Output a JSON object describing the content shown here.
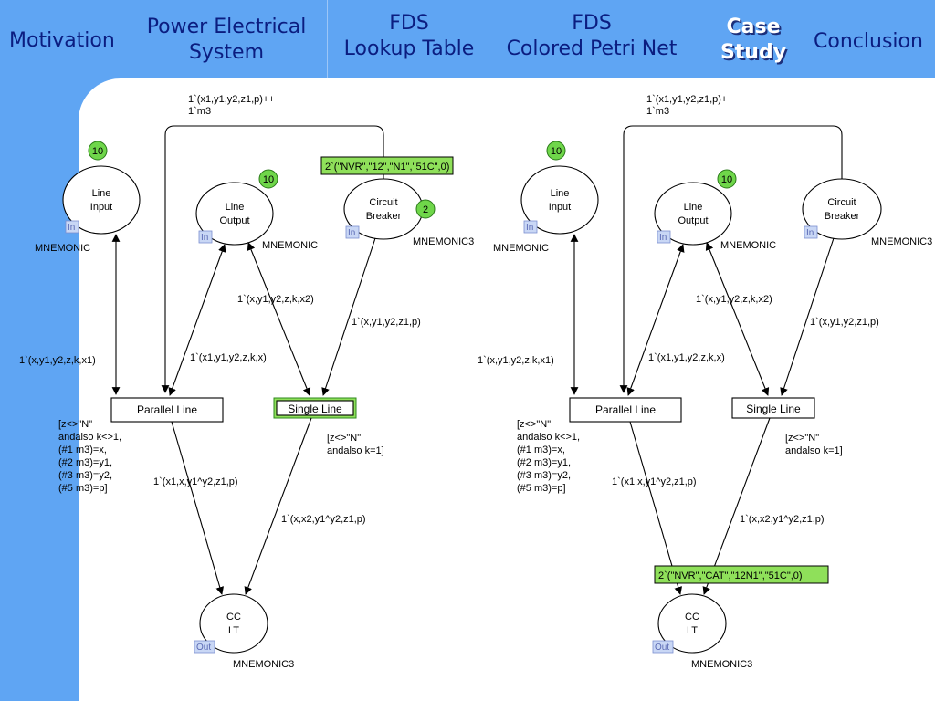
{
  "nav": {
    "items": [
      {
        "label": "Motivation"
      },
      {
        "label": "Power Electrical\nSystem"
      },
      {
        "label": "FDS\nLookup Table"
      },
      {
        "label": "FDS\nColored Petri Net"
      },
      {
        "label": "Case\nStudy"
      },
      {
        "label": "Conclusion"
      }
    ],
    "active_color": "#ffffff",
    "text_color": "#0b1d80"
  },
  "nets": [
    {
      "places": {
        "line_input": {
          "name": "Line\nInput",
          "marking": "10",
          "port": "In",
          "colset": "MNEMONIC"
        },
        "line_output": {
          "name": "Line\nOutput",
          "marking": "10",
          "port": "In",
          "colset": "MNEMONIC"
        },
        "circuit_breaker": {
          "name": "Circuit\nBreaker",
          "marking": "2",
          "port": "In",
          "colset": "MNEMONIC3"
        },
        "cc_lt": {
          "name": "CC\nLT",
          "port": "Out",
          "colset": "MNEMONIC3"
        }
      },
      "transitions": {
        "parallel_line": {
          "name": "Parallel Line"
        },
        "single_line": {
          "name": "Single Line"
        }
      },
      "token_box": "2`(\"NVR\",\"12\",\"N1\",\"51C\",0)",
      "arcs": {
        "top": "1`(x1,y1,y2,z1,p)++\n1`m3",
        "input_to_parallel": "1`(x,y1,y2,z,k,x1)",
        "output_to_parallel": "1`(x1,y1,y2,z,k,x)",
        "output_to_single": "1`(x,y1,y2,z,k,x2)",
        "breaker_to_single": "1`(x,y1,y2,z1,p)",
        "parallel_to_cc": "1`(x1,x,y1^y2,z1,p)",
        "single_to_cc": "1`(x,x2,y1^y2,z1,p)"
      },
      "guards": {
        "parallel": "[z<>\"N\"\nandalso k<>1,\n(#1 m3)=x,\n(#2 m3)=y1,\n(#3 m3)=y2,\n(#5 m3)=p]",
        "single": "[z<>\"N\"\nandalso k=1]"
      }
    },
    {
      "places": {
        "line_input": {
          "name": "Line\nInput",
          "marking": "10",
          "port": "In",
          "colset": "MNEMONIC"
        },
        "line_output": {
          "name": "Line\nOutput",
          "marking": "10",
          "port": "In",
          "colset": "MNEMONIC"
        },
        "circuit_breaker": {
          "name": "Circuit\nBreaker",
          "port": "In",
          "colset": "MNEMONIC3"
        },
        "cc_lt": {
          "name": "CC\nLT",
          "marking": "2",
          "port": "Out",
          "colset": "MNEMONIC3"
        }
      },
      "transitions": {
        "parallel_line": {
          "name": "Parallel Line"
        },
        "single_line": {
          "name": "Single Line"
        }
      },
      "token_box": "2`(\"NVR\",\"CAT\",\"12N1\",\"51C\",0)",
      "arcs": {
        "top": "1`(x1,y1,y2,z1,p)++\n1`m3",
        "input_to_parallel": "1`(x,y1,y2,z,k,x1)",
        "output_to_parallel": "1`(x1,y1,y2,z,k,x)",
        "output_to_single": "1`(x,y1,y2,z,k,x2)",
        "breaker_to_single": "1`(x,y1,y2,z1,p)",
        "parallel_to_cc": "1`(x1,x,y1^y2,z1,p)",
        "single_to_cc": "1`(x,x2,y1^y2,z1,p)"
      },
      "guards": {
        "parallel": "[z<>\"N\"\nandalso k<>1,\n(#1 m3)=x,\n(#2 m3)=y1,\n(#3 m3)=y2,\n(#5 m3)=p]",
        "single": "[z<>\"N\"\nandalso k=1]"
      }
    }
  ],
  "colors": {
    "background": "#5fa5f3",
    "token_fill": "#6fd64a",
    "highlight_fill": "#8fe05a",
    "port_fill": "#c9d7f5"
  }
}
